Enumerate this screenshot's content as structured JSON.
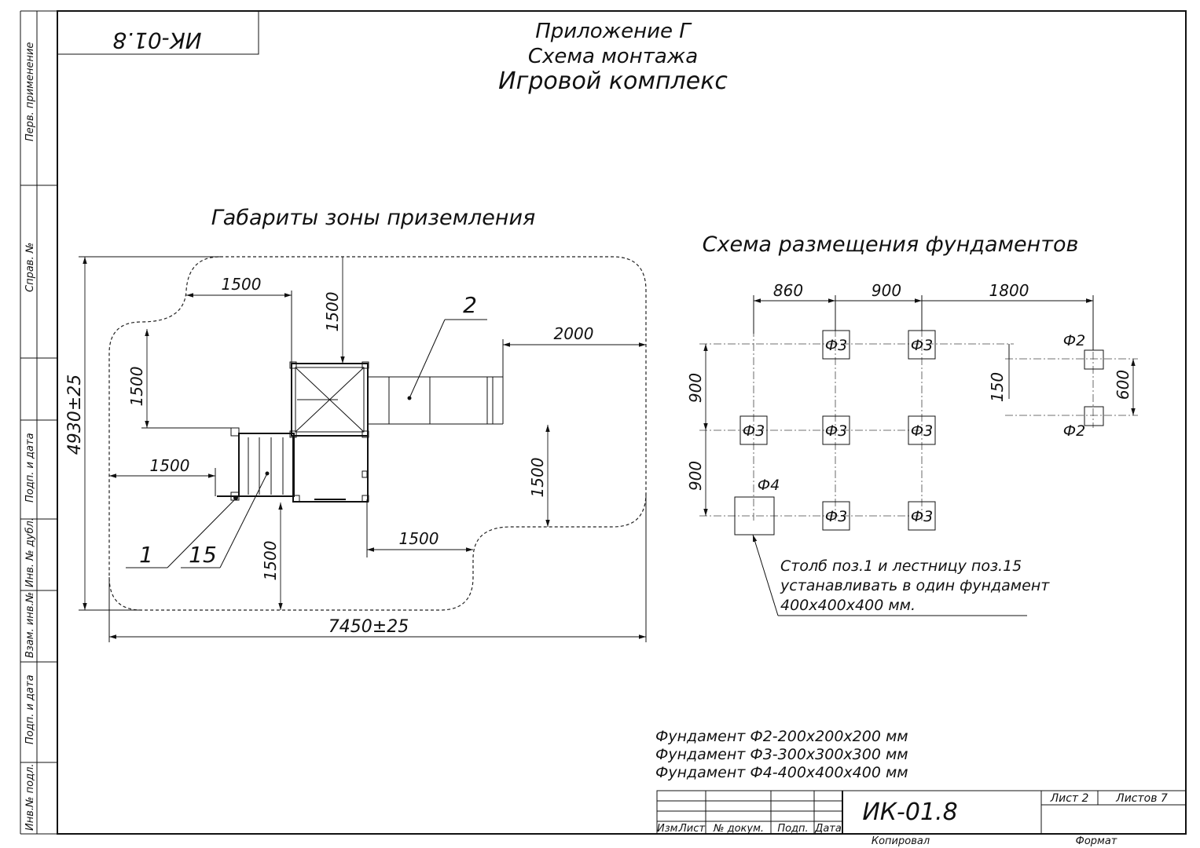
{
  "stamp_code": "ИК-01.8",
  "header": {
    "line1": "Приложение Г",
    "line2": "Схема монтажа",
    "line3": "Игровой комплекс"
  },
  "side_strip": {
    "perv_primenenie": "Перв. применение",
    "sprav_no": "Справ. №",
    "podp_i_data_1": "Подп. и дата",
    "inv_no_dubl": "Инв. № дубл.",
    "vzam_inv_no": "Взам. инв.№",
    "podp_i_data_2": "Подп. и дата",
    "inv_no_podl": "Инв.№ подл."
  },
  "landing_zone": {
    "title": "Габариты зоны приземления",
    "dims": {
      "top_1500": "1500",
      "vertical_1500_top": "1500",
      "left_1500": "1500",
      "right_2000": "2000",
      "left_bottom_1500": "1500",
      "right_1500": "1500",
      "bottom_1500_horizontal": "1500",
      "bottom_1500_vertical": "1500",
      "overall_height": "4930±25",
      "overall_width": "7450±25"
    },
    "positions": {
      "p1": "1",
      "p2": "2",
      "p15": "15"
    }
  },
  "foundations": {
    "title": "Схема размещения фундаментов",
    "dims": {
      "d860": "860",
      "d900_top": "900",
      "d1800": "1800",
      "d900_left_top": "900",
      "d900_left_bottom": "900",
      "d150": "150",
      "d600": "600"
    },
    "labels": {
      "f3": "Ф3",
      "f2": "Ф2",
      "f4": "Ф4"
    },
    "note": [
      "Столб поз.1 и лестницу поз.15",
      "устанавливать в один фундамент",
      "400х400х400 мм."
    ]
  },
  "legend": [
    "Фундамент Ф2-200х200х200 мм",
    "Фундамент Ф3-300х300х300 мм",
    "Фундамент Ф4-400х400х400 мм"
  ],
  "title_block": {
    "izm": "Изм.",
    "list": "Лист",
    "no_dokum": "№ докум.",
    "podp": "Подп.",
    "data": "Дата",
    "code": "ИК-01.8",
    "sheet_label": "Лист 2",
    "sheets_label": "Листов 7",
    "kopiroval": "Копировал",
    "format": "Формат"
  }
}
